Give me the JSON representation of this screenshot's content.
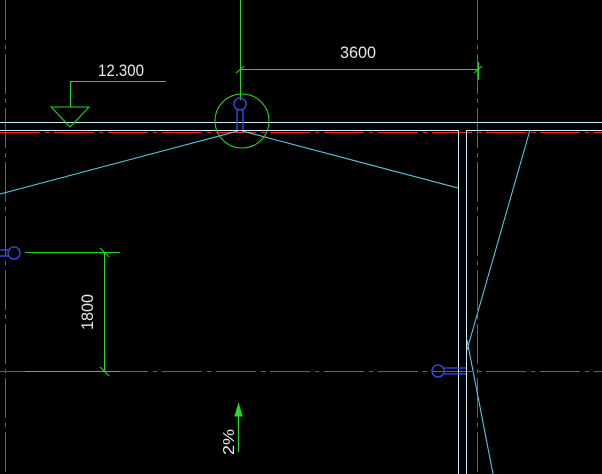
{
  "app": {
    "type": "CAD drawing viewport"
  },
  "colors": {
    "background": "#000000",
    "axis_line": "#ff2020",
    "wall_line": "#c8f0ff",
    "slope_line": "#4fd8f0",
    "dimension_line": "#22dd22",
    "drain_symbol": "#3a4cff",
    "highlight_circle": "#22dd22",
    "text": "#e8e8e8"
  },
  "annotations": {
    "elevation": "12.300",
    "dim_horizontal": "3600",
    "dim_vertical": "1800",
    "slope": "2%"
  },
  "symbols": {
    "elevation_marker_icon": "triangle-down",
    "drain_icon": "circle-with-stem",
    "slope_arrow_icon": "arrow-up"
  }
}
